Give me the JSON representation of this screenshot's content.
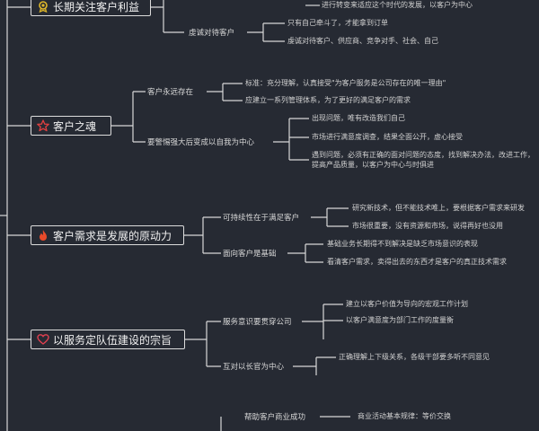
{
  "branches": [
    {
      "label": "长期关注客户利益",
      "icon": "medal-icon",
      "children": [
        {
          "label": "",
          "children": [
            "进行转变来适应这个时代的发展，以客户为中心"
          ]
        },
        {
          "label": "虔诚对待客户",
          "children": [
            "只有自己牵斗了，才能拿到订单",
            "虔诚对待客户、供应商、竞争对手、社会、自己"
          ]
        }
      ]
    },
    {
      "label": "客户之魂",
      "icon": "star-icon",
      "children": [
        {
          "label": "客户永远存在",
          "children": [
            "标准：充分理解，认真接受\"为客户服务是公司存在的唯一理由\"",
            "应建立一系列管理体系，为了更好的满足客户的需求"
          ]
        },
        {
          "label": "要警惕强大后变成以自我为中心",
          "children": [
            "出现问题，唯有改造我们自己",
            "市场进行满意度调查，结果全面公开，虚心接受",
            "遇到问题，必须有正确的面对问题的态度，找到解决办法，改进工作，提高产品质量，以客户为中心与时俱进"
          ]
        }
      ]
    },
    {
      "label": "客户需求是发展的原动力",
      "icon": "fire-icon",
      "children": [
        {
          "label": "可持续性在于满足客户",
          "children": [
            "研究新技术，但不能技术唯上，要根据客户需求来研发",
            "市场很重要，没有资源和市场，说得再好也没用"
          ]
        },
        {
          "label": "面向客户是基础",
          "children": [
            "基础业务长期得不到解决是缺乏市场意识的表现",
            "看清客户需求，卖得出去的东西才是客户的真正技术需求"
          ]
        }
      ]
    },
    {
      "label": "以服务定队伍建设的宗旨",
      "icon": "heart-icon",
      "children": [
        {
          "label": "服务意识要贯穿公司",
          "children": [
            "建立以客户价值为导向的宏观工作计划",
            "以客户满意度为部门工作的度量衡"
          ]
        },
        {
          "label": "互对以长官为中心",
          "children": [
            "正确理解上下级关系，各级干部要多听不同意见"
          ]
        }
      ]
    },
    {
      "label": "",
      "icon": "",
      "children": [
        {
          "label": "帮助客户商业成功",
          "children": [
            "商业活动基本规律：等价交换"
          ]
        }
      ]
    }
  ],
  "colors": {
    "background": "#262a33",
    "line": "#d8d8d8",
    "medal": "#e0b82a",
    "star": "#e04040",
    "fire": "#e84a2a",
    "heart": "#e04050"
  }
}
